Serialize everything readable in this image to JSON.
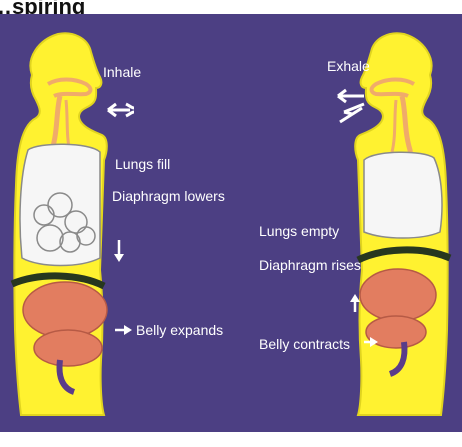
{
  "diagram": {
    "colors": {
      "background": "#4c3f83",
      "body_fill": "#fff230",
      "body_stroke": "#e1d41f",
      "lung_fill": "#f6f6f6",
      "organ_fill": "#e27d60",
      "diaphragm": "#27371f",
      "airway": "#f0ab6a",
      "label_text": "#ffffff"
    },
    "header": {
      "text": "…spiring",
      "note": "partially cropped heading at top of image"
    },
    "inhale": {
      "label": "Inhale",
      "lungs_text": "Lungs fill",
      "diaphragm_text": "Diaphragm lowers",
      "belly_text": "Belly expands"
    },
    "exhale": {
      "label": "Exhale",
      "lungs_text": "Lungs empty",
      "diaphragm_text": "Diaphragm rises",
      "belly_text": "Belly contracts"
    }
  }
}
